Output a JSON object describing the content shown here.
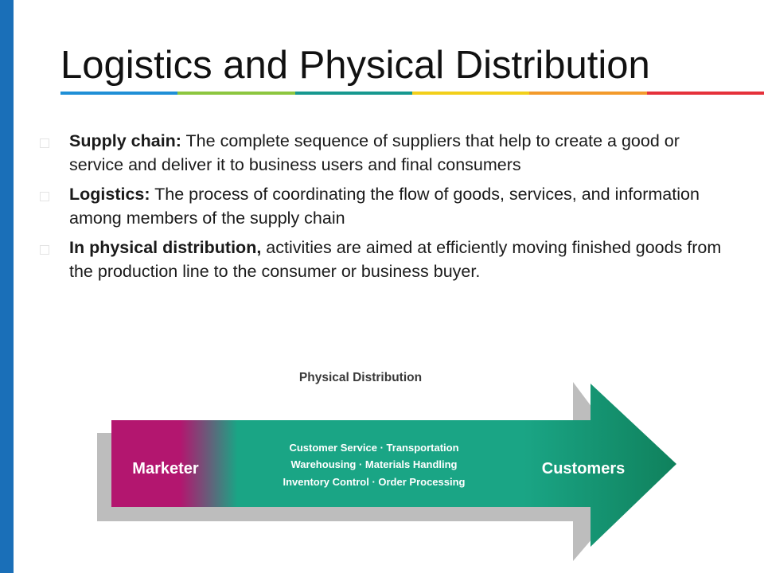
{
  "slide": {
    "title": "Logistics and Physical Distribution",
    "rule_colors": [
      "#1f8fd6",
      "#8cc63f",
      "#16988f",
      "#f2cf1a",
      "#f39a2b",
      "#e5313a"
    ],
    "accent_color": "#1a6fb8"
  },
  "bullets": [
    {
      "term": "Supply chain:",
      "text": " The complete sequence of suppliers that help to create a good or service and deliver it to business users and final consumers"
    },
    {
      "term": "Logistics:",
      "text": " The process of coordinating the flow of goods, services, and information among members of the supply chain"
    },
    {
      "term": "In physical distribution,",
      "text": " activities are aimed at efficiently moving finished goods from the production line to the consumer or business buyer."
    }
  ],
  "diagram": {
    "heading": "Physical Distribution",
    "left_label": "Marketer",
    "right_label": "Customers",
    "activities": [
      "Customer Service · Transportation",
      "Warehousing · Materials Handling",
      "Inventory Control · Order Processing"
    ],
    "colors": {
      "marketer": "#b3166f",
      "middle": "#1aa585",
      "customers": "#0f7f5a",
      "shadow": "#bdbdbd"
    }
  }
}
